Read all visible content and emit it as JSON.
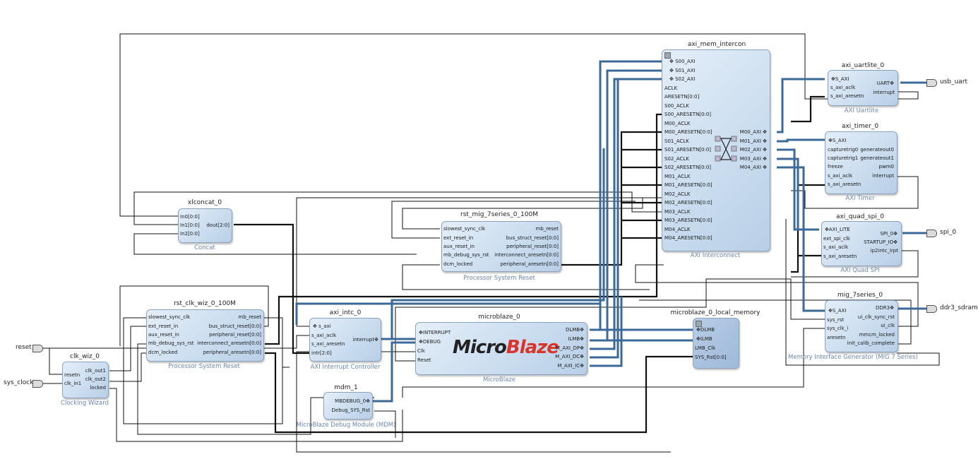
{
  "diagram": {
    "external_ports": {
      "reset": "reset",
      "sys_clock": "sys_clock",
      "usb_uart": "usb_uart",
      "spi_0": "spi_0",
      "ddr3_sdram": "ddr3_sdram"
    },
    "blocks": {
      "axi_mem_intercon": {
        "name": "axi_mem_intercon",
        "type": "AXI Interconnect",
        "left_ports": [
          "S00_AXI",
          "S01_AXI",
          "S02_AXI",
          "ACLK",
          "ARESETN[0:0]",
          "S00_ACLK",
          "S00_ARESETN[0:0]",
          "M00_ACLK",
          "M00_ARESETN[0:0]",
          "S01_ACLK",
          "S01_ARESETN[0:0]",
          "S02_ACLK",
          "S02_ARESETN[0:0]",
          "M01_ACLK",
          "M01_ARESETN[0:0]",
          "M02_ACLK",
          "M02_ARESETN[0:0]",
          "M03_ACLK",
          "M03_ARESETN[0:0]",
          "M04_ACLK",
          "M04_ARESETN[0:0]"
        ],
        "right_ports": [
          "M00_AXI",
          "M01_AXI",
          "M02_AXI",
          "M03_AXI",
          "M04_AXI"
        ]
      },
      "axi_uartlite_0": {
        "name": "axi_uartlite_0",
        "type": "AXI Uartlite",
        "left_ports": [
          "S_AXI",
          "s_axi_aclk",
          "s_axi_aresetn"
        ],
        "right_ports": [
          "UART",
          "interrupt"
        ]
      },
      "axi_timer_0": {
        "name": "axi_timer_0",
        "type": "AXI Timer",
        "left_ports": [
          "S_AXI",
          "capturetrig0",
          "capturetrig1",
          "freeze",
          "s_axi_aclk",
          "s_axi_aresetn"
        ],
        "right_ports": [
          "generateout0",
          "generateout1",
          "pwm0",
          "interrupt"
        ]
      },
      "axi_quad_spi_0": {
        "name": "axi_quad_spi_0",
        "type": "AXI Quad SPI",
        "left_ports": [
          "AXI_LITE",
          "ext_spi_clk",
          "s_axi_aclk",
          "s_axi_aresetn"
        ],
        "right_ports": [
          "SPI_0",
          "STARTUP_IO",
          "ip2intc_irpt"
        ]
      },
      "mig_7series_0": {
        "name": "mig_7series_0",
        "type": "Memory Interface Generator (MIG 7 Series)",
        "left_ports": [
          "S_AXI",
          "sys_rst",
          "sys_clk_i",
          "aresetn"
        ],
        "right_ports": [
          "DDR3",
          "ui_clk_sync_rst",
          "ui_clk",
          "mmcm_locked",
          "init_calib_complete"
        ]
      },
      "rst_mig_7series_0_100M": {
        "name": "rst_mig_7series_0_100M",
        "type": "Processor System Reset",
        "left_ports": [
          "slowest_sync_clk",
          "ext_reset_in",
          "aux_reset_in",
          "mb_debug_sys_rst",
          "dcm_locked"
        ],
        "right_ports": [
          "mb_reset",
          "bus_struct_reset[0:0]",
          "peripheral_reset[0:0]",
          "interconnect_aresetn[0:0]",
          "peripheral_aresetn[0:0]"
        ]
      },
      "xlconcat_0": {
        "name": "xlconcat_0",
        "type": "Concat",
        "left_ports": [
          "In0[0:0]",
          "In1[0:0]",
          "In2[0:0]"
        ],
        "right_ports": [
          "dout[2:0]"
        ]
      },
      "rst_clk_wiz_0_100M": {
        "name": "rst_clk_wiz_0_100M",
        "type": "Processor System Reset",
        "left_ports": [
          "slowest_sync_clk",
          "ext_reset_in",
          "aux_reset_in",
          "mb_debug_sys_rst",
          "dcm_locked"
        ],
        "right_ports": [
          "mb_reset",
          "bus_struct_reset[0:0]",
          "peripheral_reset[0:0]",
          "interconnect_aresetn[0:0]",
          "peripheral_aresetn[0:0]"
        ]
      },
      "clk_wiz_0": {
        "name": "clk_wiz_0",
        "type": "Clocking Wizard",
        "left_ports": [
          "resetn",
          "clk_in1"
        ],
        "right_ports": [
          "clk_out1",
          "clk_out2",
          "locked"
        ]
      },
      "axi_intc_0": {
        "name": "axi_intc_0",
        "type": "AXI Interrupt Controller",
        "left_ports": [
          "s_axi",
          "s_axi_aclk",
          "s_axi_aresetn",
          "intr[2:0]"
        ],
        "right_ports": [
          "interrupt"
        ]
      },
      "microblaze_0": {
        "name": "microblaze_0",
        "type": "MicroBlaze",
        "logo_left": "Micro",
        "logo_right": "Blaze",
        "left_ports": [
          "INTERRUPT",
          "DEBUG",
          "Clk",
          "Reset"
        ],
        "right_ports": [
          "DLMB",
          "ILMB",
          "M_AXI_DP",
          "M_AXI_DC",
          "M_AXI_IC"
        ]
      },
      "microblaze_0_local_memory": {
        "name": "microblaze_0_local_memory",
        "type": "",
        "left_ports": [
          "DLMB",
          "ILMB",
          "LMB_Clk",
          "SYS_Rst[0:0]"
        ],
        "right_ports": []
      },
      "mdm_1": {
        "name": "mdm_1",
        "type": "MicroBlaze Debug Module (MDM)",
        "left_ports": [],
        "right_ports": [
          "MBDEBUG_0",
          "Debug_SYS_Rst"
        ]
      }
    }
  }
}
